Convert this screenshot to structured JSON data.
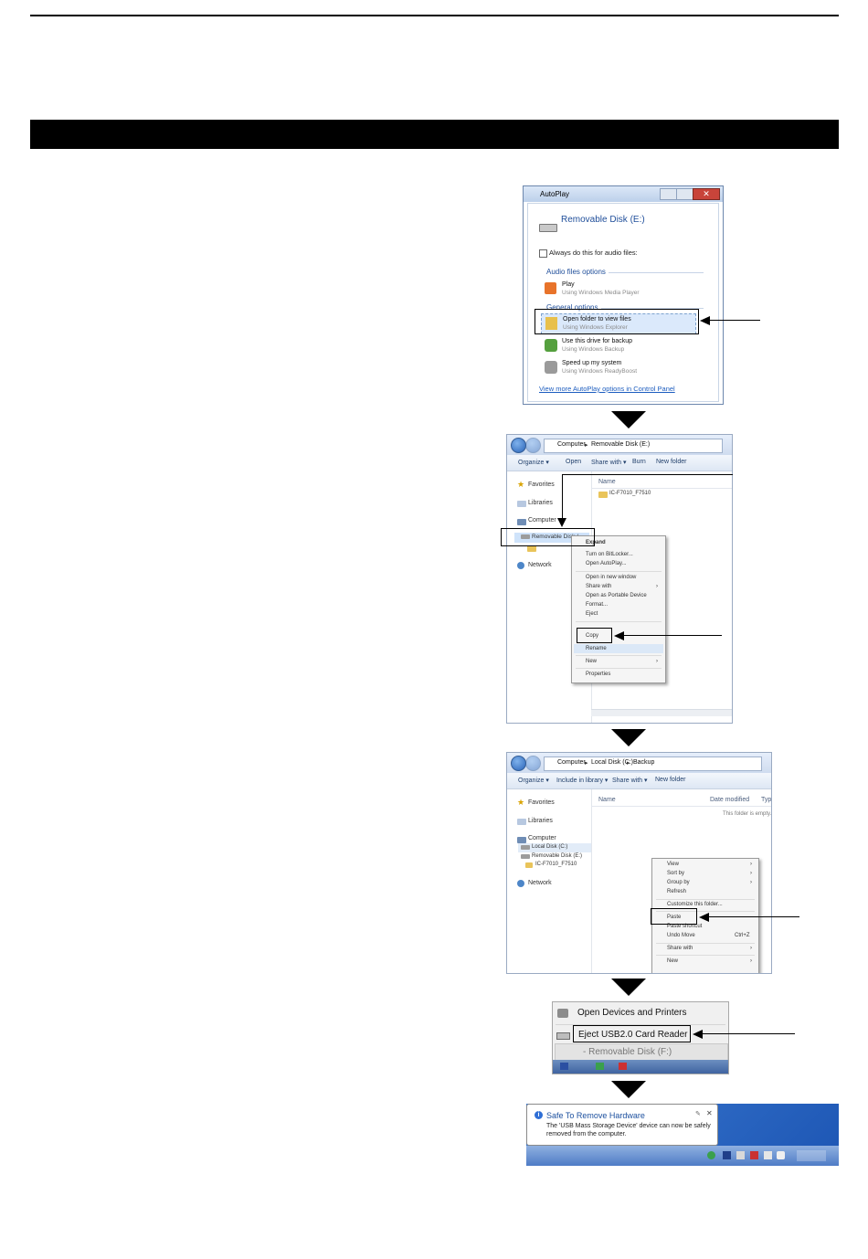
{
  "autoplay": {
    "title": "AutoPlay",
    "drive": "Removable Disk (E:)",
    "always_checkbox": "Always do this for audio files:",
    "audio_header": "Audio files options",
    "play_title": "Play",
    "play_sub": "Using Windows Media Player",
    "general_header": "General options",
    "open_title": "Open folder to view files",
    "open_sub": "Using Windows Explorer",
    "backup_title": "Use this drive for backup",
    "backup_sub": "Using Windows Backup",
    "speed_title": "Speed up my system",
    "speed_sub": "Using Windows ReadyBoost",
    "more_link": "View more AutoPlay options in Control Panel"
  },
  "explorer1": {
    "crumb1": "Computer",
    "crumb2": "Removable Disk (E:)",
    "toolbar": [
      "Organize ▾",
      "Open",
      "Share with ▾",
      "Burn",
      "New folder"
    ],
    "column_name": "Name",
    "file": "IC-F7010_F7510",
    "nav": {
      "favorites": "Favorites",
      "libraries": "Libraries",
      "computer": "Computer",
      "removable": "Removable Disk (",
      "network": "Network"
    },
    "menu": {
      "expand": "Expand",
      "bitlocker": "Turn on BitLocker...",
      "autoplay": "Open AutoPlay...",
      "new_window": "Open in new window",
      "share": "Share with",
      "portable": "Open as Portable Device",
      "format": "Format...",
      "eject": "Eject",
      "copy": "Copy",
      "rename": "Rename",
      "new": "New",
      "properties": "Properties"
    }
  },
  "explorer2": {
    "crumb1": "Computer",
    "crumb2": "Local Disk (C:)",
    "crumb3": "Backup",
    "toolbar": [
      "Organize ▾",
      "Include in library ▾",
      "Share with ▾",
      "New folder"
    ],
    "column_name": "Name",
    "column_date": "Date modified",
    "column_type": "Typ",
    "empty": "This folder is empty.",
    "nav": {
      "favorites": "Favorites",
      "libraries": "Libraries",
      "computer": "Computer",
      "localdisk": "Local Disk (C:)",
      "removable": "Removable Disk (E:)",
      "folder": "IC-F7010_F7510",
      "network": "Network"
    },
    "menu": {
      "view": "View",
      "sort": "Sort by",
      "group": "Group by",
      "refresh": "Refresh",
      "customize": "Customize this folder...",
      "paste": "Paste",
      "paste_shortcut": "Paste shortcut",
      "undo": "Undo Move",
      "undo_key": "Ctrl+Z",
      "share": "Share with",
      "new": "New"
    }
  },
  "eject": {
    "open_devices": "Open Devices and Printers",
    "eject_item": "Eject USB2.0 Card Reader",
    "removable": "-  Removable Disk (F:)"
  },
  "safe": {
    "title": "Safe To Remove Hardware",
    "message_line1": "The 'USB Mass Storage Device' device can now be safely",
    "message_line2": "removed from the computer."
  }
}
